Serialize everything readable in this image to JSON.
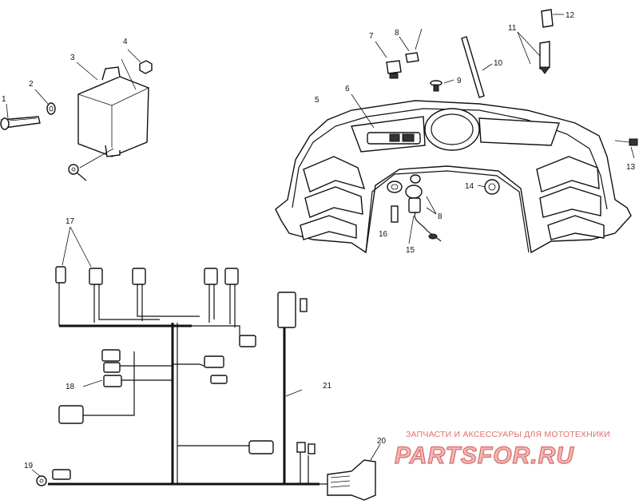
{
  "callouts": [
    {
      "id": "1",
      "label": "1"
    },
    {
      "id": "2",
      "label": "2"
    },
    {
      "id": "3",
      "label": "3"
    },
    {
      "id": "4",
      "label": "4"
    },
    {
      "id": "5",
      "label": "5"
    },
    {
      "id": "6",
      "label": "6"
    },
    {
      "id": "7",
      "label": "7"
    },
    {
      "id": "8a",
      "label": "8"
    },
    {
      "id": "8b",
      "label": "8"
    },
    {
      "id": "9",
      "label": "9"
    },
    {
      "id": "10",
      "label": "10"
    },
    {
      "id": "11",
      "label": "11"
    },
    {
      "id": "12",
      "label": "12"
    },
    {
      "id": "13",
      "label": "13"
    },
    {
      "id": "14",
      "label": "14"
    },
    {
      "id": "15",
      "label": "15"
    },
    {
      "id": "16",
      "label": "16"
    },
    {
      "id": "17",
      "label": "17"
    },
    {
      "id": "18",
      "label": "18"
    },
    {
      "id": "19",
      "label": "19"
    },
    {
      "id": "20",
      "label": "20"
    },
    {
      "id": "21",
      "label": "21"
    }
  ],
  "watermark": {
    "tagline": "ЗАПЧАСТИ И АКСЕССУАРЫ ДЛЯ МОТОТЕХНИКИ",
    "logo": "PARTSFOR.RU",
    "color": "#e0706c"
  }
}
